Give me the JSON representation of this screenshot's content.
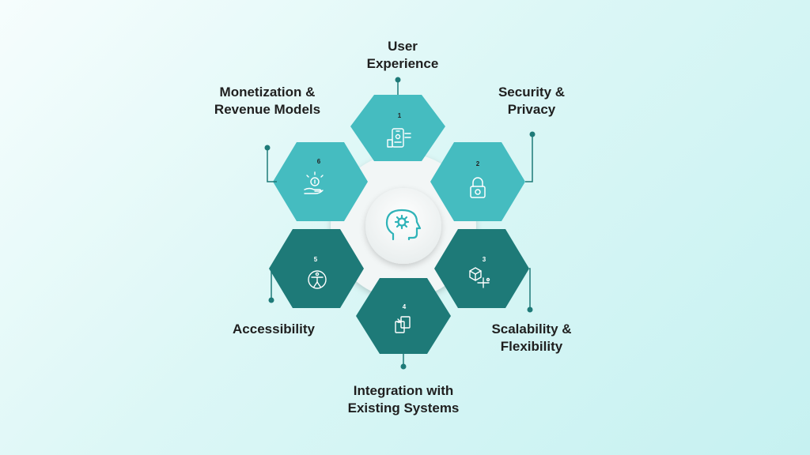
{
  "diagram": {
    "colors": {
      "hex_light": "#45bcc0",
      "hex_dark": "#1e7a78",
      "connector": "#1e7a78",
      "icon": "#ffffff",
      "center_icon": "#2fb3b8",
      "ring": "#f2f6f6"
    },
    "center_icon": "head-gear-icon",
    "segments": [
      {
        "number": "1",
        "lines": [
          "User",
          "Experience"
        ],
        "icon": "mobile-app-icon"
      },
      {
        "number": "2",
        "lines": [
          "Security &",
          "Privacy"
        ],
        "icon": "lock-icon"
      },
      {
        "number": "3",
        "lines": [
          "Scalability &",
          "Flexibility"
        ],
        "icon": "network-cube-icon"
      },
      {
        "number": "4",
        "lines": [
          "Integration with",
          "Existing Systems"
        ],
        "icon": "integration-arrows-icon"
      },
      {
        "number": "5",
        "lines": [
          "Accessibility"
        ],
        "icon": "accessibility-icon"
      },
      {
        "number": "6",
        "lines": [
          "Monetization &",
          "Revenue Models"
        ],
        "icon": "money-hand-icon"
      }
    ]
  }
}
